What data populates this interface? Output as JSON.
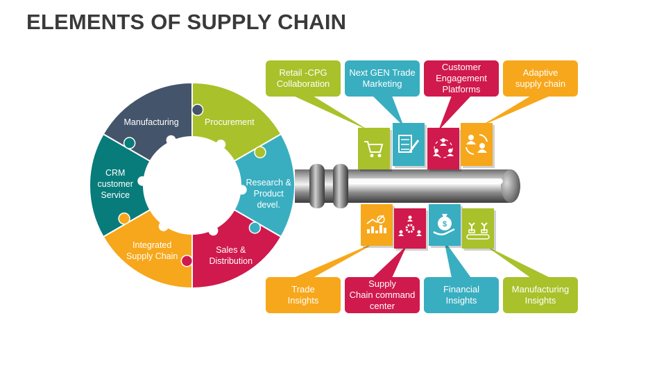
{
  "title": "ELEMENTS OF SUPPLY CHAIN",
  "colors": {
    "green": "#a9c12a",
    "teal": "#39aec0",
    "crimson": "#d0194c",
    "orange": "#f7a71b",
    "dark_teal": "#087c7a",
    "slate": "#44546a",
    "key_gray": "#8c8c8c"
  },
  "wheel_segments": [
    {
      "label": "Procurement",
      "color": "green"
    },
    {
      "label": "Research &\nProduct\ndevel.",
      "color": "teal"
    },
    {
      "label": "Sales  &\nDistribution",
      "color": "crimson"
    },
    {
      "label": "Integrated\nSupply Chain",
      "color": "orange"
    },
    {
      "label": "CRM\ncustomer\nService",
      "color": "dark_teal"
    },
    {
      "label": "Manufacturing",
      "color": "slate"
    }
  ],
  "top_callouts": [
    {
      "label": "Retail -CPG\nCollaboration",
      "color": "green",
      "icon": "shopping-cart-icon"
    },
    {
      "label": "Next GEN Trade\nMarketing",
      "color": "teal",
      "icon": "checklist-pen-icon"
    },
    {
      "label": "Customer\nEngagement\nPlatforms",
      "color": "crimson",
      "icon": "people-network-icon"
    },
    {
      "label": "Adaptive\nsupply chain",
      "color": "orange",
      "icon": "people-exchange-icon"
    }
  ],
  "bottom_callouts": [
    {
      "label": "Trade\nInsights",
      "color": "orange",
      "icon": "analytics-chart-icon"
    },
    {
      "label": "Supply\nChain  command\ncenter",
      "color": "crimson",
      "icon": "team-gear-icon"
    },
    {
      "label": "Financial\nInsights",
      "color": "teal",
      "icon": "money-bag-hand-icon"
    },
    {
      "label": "Manufacturing\nInsights",
      "color": "green",
      "icon": "factory-robots-icon"
    }
  ]
}
